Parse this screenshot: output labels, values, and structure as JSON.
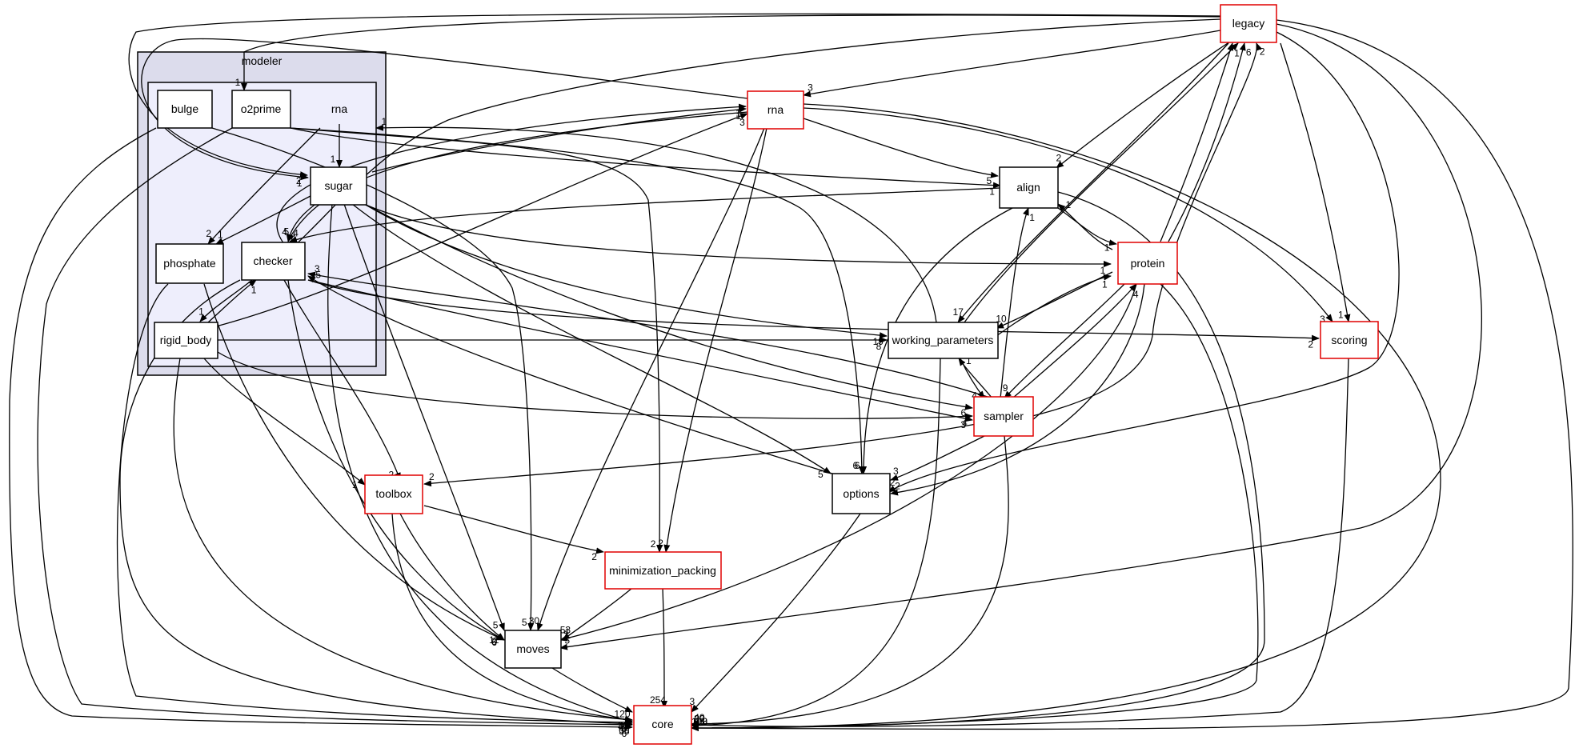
{
  "clusters": [
    {
      "id": "modeler",
      "label": "modeler"
    },
    {
      "id": "rna_dir",
      "label": "rna"
    }
  ],
  "nodes": [
    {
      "id": "legacy",
      "label": "legacy",
      "border": "red"
    },
    {
      "id": "rna",
      "label": "rna",
      "border": "red"
    },
    {
      "id": "bulge",
      "label": "bulge",
      "border": "black"
    },
    {
      "id": "o2prime",
      "label": "o2prime",
      "border": "black"
    },
    {
      "id": "sugar",
      "label": "sugar",
      "border": "black"
    },
    {
      "id": "phosphate",
      "label": "phosphate",
      "border": "black"
    },
    {
      "id": "checker",
      "label": "checker",
      "border": "black"
    },
    {
      "id": "rigid_body",
      "label": "rigid_body",
      "border": "black"
    },
    {
      "id": "align",
      "label": "align",
      "border": "black"
    },
    {
      "id": "protein",
      "label": "protein",
      "border": "red"
    },
    {
      "id": "working_parameters",
      "label": "working_parameters",
      "border": "black"
    },
    {
      "id": "scoring",
      "label": "scoring",
      "border": "red"
    },
    {
      "id": "sampler",
      "label": "sampler",
      "border": "red"
    },
    {
      "id": "toolbox",
      "label": "toolbox",
      "border": "red"
    },
    {
      "id": "options",
      "label": "options",
      "border": "black"
    },
    {
      "id": "minimization_packing",
      "label": "minimization_packing",
      "border": "red"
    },
    {
      "id": "moves",
      "label": "moves",
      "border": "black"
    },
    {
      "id": "core",
      "label": "core",
      "border": "red"
    }
  ],
  "edges": [
    {
      "from": "rna",
      "to": "legacy",
      "label": "1"
    },
    {
      "from": "legacy",
      "to": "rna",
      "label": "3"
    },
    {
      "from": "legacy",
      "to": "o2prime",
      "label": "1"
    },
    {
      "from": "legacy",
      "to": "sugar",
      "label": "2"
    },
    {
      "from": "legacy",
      "to": "checker",
      "label": "4"
    },
    {
      "from": "legacy",
      "to": "align",
      "label": "2"
    },
    {
      "from": "legacy",
      "to": "working_parameters",
      "label": "17"
    },
    {
      "from": "working_parameters",
      "to": "legacy",
      "label": "1"
    },
    {
      "from": "legacy",
      "to": "scoring",
      "label": "1"
    },
    {
      "from": "legacy",
      "to": "options",
      "label": "2"
    },
    {
      "from": "legacy",
      "to": "moves",
      "label": "5"
    },
    {
      "from": "legacy",
      "to": "core",
      "label": "193"
    },
    {
      "from": "protein",
      "to": "legacy",
      "label": "6"
    },
    {
      "from": "sampler",
      "to": "legacy",
      "label": "2"
    },
    {
      "from": "o2prime",
      "to": "core",
      "label": "35"
    },
    {
      "from": "o2prime",
      "to": "align",
      "label": "1"
    },
    {
      "from": "o2prime",
      "to": "options",
      "label": "6"
    },
    {
      "from": "o2prime",
      "to": "minimization_packing",
      "label": "2"
    },
    {
      "from": "rna_dir",
      "to": "sugar",
      "label": "1"
    },
    {
      "from": "rna_dir",
      "to": "phosphate",
      "label": "2"
    },
    {
      "from": "bulge",
      "to": "moves",
      "label": "5"
    },
    {
      "from": "bulge",
      "to": "core",
      "label": "6"
    },
    {
      "from": "sugar",
      "to": "rna",
      "label": "1"
    },
    {
      "from": "sugar",
      "to": "checker",
      "label": "5"
    },
    {
      "from": "sugar",
      "to": "phosphate",
      "label": "1"
    },
    {
      "from": "sugar",
      "to": "protein",
      "label": "1"
    },
    {
      "from": "sugar",
      "to": "working_parameters",
      "label": "19"
    },
    {
      "from": "sugar",
      "to": "sampler",
      "label": "6"
    },
    {
      "from": "sugar",
      "to": "options",
      "label": "5"
    },
    {
      "from": "sugar",
      "to": "moves",
      "label": "5"
    },
    {
      "from": "sugar",
      "to": "core",
      "label": "30"
    },
    {
      "from": "phosphate",
      "to": "moves",
      "label": "6"
    },
    {
      "from": "phosphate",
      "to": "core",
      "label": "8"
    },
    {
      "from": "checker",
      "to": "rna",
      "label": "1"
    },
    {
      "from": "checker",
      "to": "rigid_body",
      "label": "1"
    },
    {
      "from": "checker",
      "to": "toolbox",
      "label": "2"
    },
    {
      "from": "checker",
      "to": "scoring",
      "label": "2"
    },
    {
      "from": "checker",
      "to": "sampler",
      "label": "3"
    },
    {
      "from": "checker",
      "to": "moves",
      "label": "3"
    },
    {
      "from": "checker",
      "to": "core",
      "label": "60"
    },
    {
      "from": "rigid_body",
      "to": "checker",
      "label": "1"
    },
    {
      "from": "rigid_body",
      "to": "rna",
      "label": "3"
    },
    {
      "from": "rigid_body",
      "to": "working_parameters",
      "label": "8"
    },
    {
      "from": "rigid_body",
      "to": "sampler",
      "label": "4"
    },
    {
      "from": "rigid_body",
      "to": "toolbox",
      "label": "1"
    },
    {
      "from": "rigid_body",
      "to": "core",
      "label": "43"
    },
    {
      "from": "rna",
      "to": "align",
      "label": "5"
    },
    {
      "from": "rna",
      "to": "checker",
      "label": "4"
    },
    {
      "from": "rna",
      "to": "scoring",
      "label": "3"
    },
    {
      "from": "rna",
      "to": "minimization_packing",
      "label": "2"
    },
    {
      "from": "rna",
      "to": "moves",
      "label": "30"
    },
    {
      "from": "rna",
      "to": "core",
      "label": "100"
    },
    {
      "from": "align",
      "to": "checker",
      "label": "4"
    },
    {
      "from": "align",
      "to": "protein",
      "label": "1"
    },
    {
      "from": "align",
      "to": "options",
      "label": "6"
    },
    {
      "from": "align",
      "to": "core",
      "label": "9"
    },
    {
      "from": "protein",
      "to": "align",
      "label": "1"
    },
    {
      "from": "protein",
      "to": "working_parameters",
      "label": "10"
    },
    {
      "from": "protein",
      "to": "sampler",
      "label": "9"
    },
    {
      "from": "protein",
      "to": "options",
      "label": "2"
    },
    {
      "from": "protein",
      "to": "moves",
      "label": "4"
    },
    {
      "from": "protein",
      "to": "core",
      "label": "63"
    },
    {
      "from": "working_parameters",
      "to": "rna",
      "label": "1"
    },
    {
      "from": "working_parameters",
      "to": "protein",
      "label": "1"
    },
    {
      "from": "working_parameters",
      "to": "sampler",
      "label": "4"
    },
    {
      "from": "working_parameters",
      "to": "core",
      "label": "20"
    },
    {
      "from": "sampler",
      "to": "working_parameters",
      "label": "1"
    },
    {
      "from": "sampler",
      "to": "protein",
      "label": "4"
    },
    {
      "from": "sampler",
      "to": "align",
      "label": "1"
    },
    {
      "from": "sampler",
      "to": "checker",
      "label": "3"
    },
    {
      "from": "sampler",
      "to": "toolbox",
      "label": "2"
    },
    {
      "from": "sampler",
      "to": "options",
      "label": "3"
    },
    {
      "from": "sampler",
      "to": "core",
      "label": "40"
    },
    {
      "from": "scoring",
      "to": "core",
      "label": "32"
    },
    {
      "from": "toolbox",
      "to": "minimization_packing",
      "label": "2"
    },
    {
      "from": "toolbox",
      "to": "moves",
      "label": "11"
    },
    {
      "from": "toolbox",
      "to": "core",
      "label": "37"
    },
    {
      "from": "options",
      "to": "checker",
      "label": "5"
    },
    {
      "from": "options",
      "to": "core",
      "label": "3"
    },
    {
      "from": "minimization_packing",
      "to": "moves",
      "label": "53"
    },
    {
      "from": "minimization_packing",
      "to": "core",
      "label": "254"
    },
    {
      "from": "moves",
      "to": "core",
      "label": "120"
    }
  ]
}
